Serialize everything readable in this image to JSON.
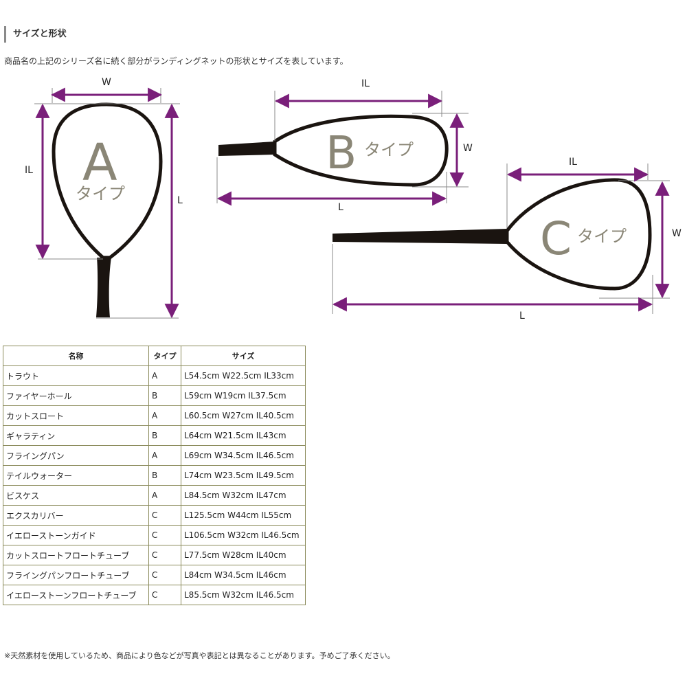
{
  "heading": "サイズと形状",
  "intro": "商品名の上記のシリーズ名に続く部分がランディングネットの形状とサイズを表しています。",
  "diagrams": {
    "dimension_labels": {
      "w": "W",
      "il": "IL",
      "l": "L"
    },
    "a": {
      "letter": "A",
      "suffix": "タイプ"
    },
    "b": {
      "letter": "B",
      "suffix": "タイプ"
    },
    "c": {
      "letter": "C",
      "suffix": "タイプ"
    },
    "colors": {
      "frame": "#1a1410",
      "arrow": "#7a1f7a",
      "letter": "#8a8676"
    }
  },
  "table": {
    "headers": [
      "名称",
      "タイプ",
      "サイズ"
    ],
    "rows": [
      [
        "トラウト",
        "A",
        "L54.5cm W22.5cm IL33cm"
      ],
      [
        "ファイヤーホール",
        "B",
        "L59cm W19cm IL37.5cm"
      ],
      [
        "カットスロート",
        "A",
        "L60.5cm W27cm IL40.5cm"
      ],
      [
        "ギャラティン",
        "B",
        "L64cm W21.5cm IL43cm"
      ],
      [
        "フライングパン",
        "A",
        "L69cm W34.5cm IL46.5cm"
      ],
      [
        "テイルウォーター",
        "B",
        "L74cm W23.5cm IL49.5cm"
      ],
      [
        "ビスケス",
        "A",
        "L84.5cm W32cm IL47cm"
      ],
      [
        "エクスカリバー",
        "C",
        "L125.5cm W44cm IL55cm"
      ],
      [
        "イエローストーンガイド",
        "C",
        "L106.5cm W32cm IL46.5cm"
      ],
      [
        "カットスロートフロートチューブ",
        "C",
        "L77.5cm W28cm IL40cm"
      ],
      [
        "フライングパンフロートチューブ",
        "C",
        "L84cm W34.5cm IL46cm"
      ],
      [
        "イエローストーンフロートチューブ",
        "C",
        "L85.5cm W32cm IL46.5cm"
      ]
    ]
  },
  "note": "※天然素材を使用しているため、商品により色などが写真や表記とは異なることがあります。予めご了承ください。"
}
